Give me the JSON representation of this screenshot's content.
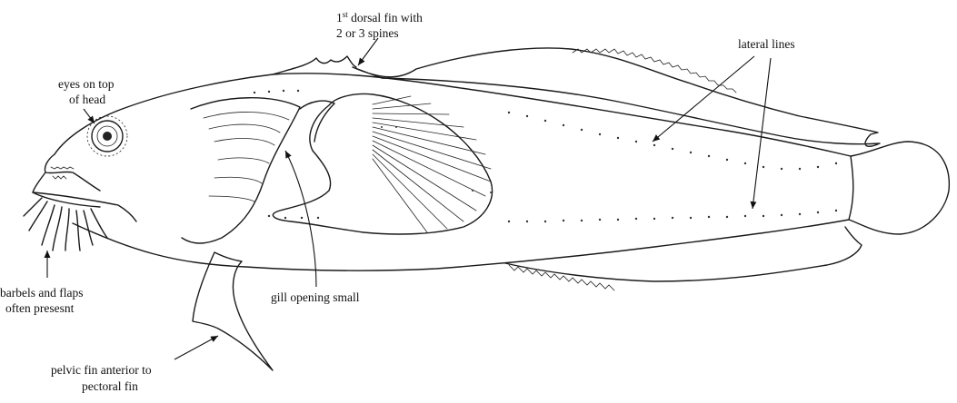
{
  "labels": {
    "dorsal_line1_pre": "1",
    "dorsal_line1_sup": "st",
    "dorsal_line1_post": " dorsal fin with",
    "dorsal_line2": "2 or 3 spines",
    "lateral": "lateral lines",
    "eyes_line1": "eyes on top",
    "eyes_line2": "of head",
    "barbels_line1": "barbels and flaps",
    "barbels_line2": "often presesnt",
    "gill": "gill opening small",
    "pelvic_line1": "pelvic fin anterior to",
    "pelvic_line2": "pectoral fin"
  }
}
